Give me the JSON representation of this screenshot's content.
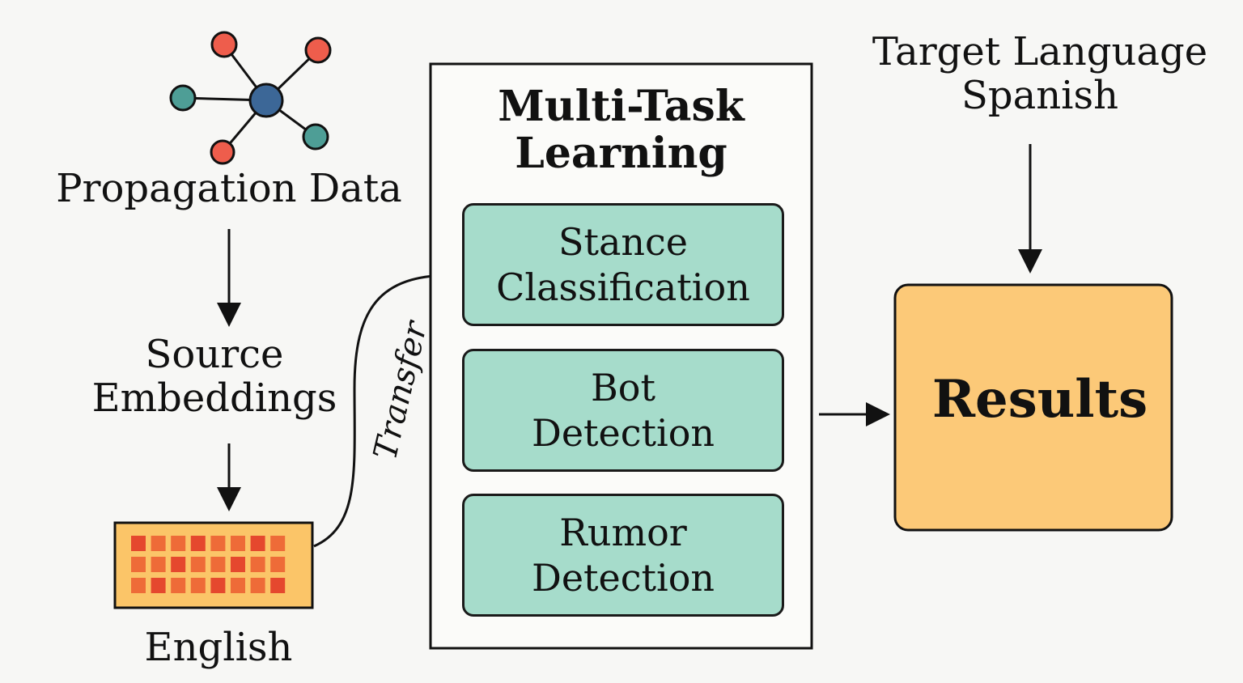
{
  "propagation": {
    "label": "Propagation Data"
  },
  "source": {
    "line1": "Source",
    "line2": "Embeddings"
  },
  "english": {
    "label": "English"
  },
  "transfer": {
    "label": "Transfer"
  },
  "mtl": {
    "title_line1": "Multi-Task",
    "title_line2": "Learning",
    "tasks": [
      {
        "line1": "Stance",
        "line2": "Classification"
      },
      {
        "line1": "Bot",
        "line2": "Detection"
      },
      {
        "line1": "Rumor",
        "line2": "Detection"
      }
    ]
  },
  "target": {
    "line1": "Target Language",
    "line2": "Spanish"
  },
  "results": {
    "label": "Results"
  },
  "colors": {
    "hub": "#3c6797",
    "node_red": "#ee5d4c",
    "node_teal": "#4e9e96",
    "task_fill": "#a6dccb",
    "results_fill": "#fcc978",
    "matrix_bg": "#fbc568",
    "matrix_cell": "#ee6b38"
  }
}
